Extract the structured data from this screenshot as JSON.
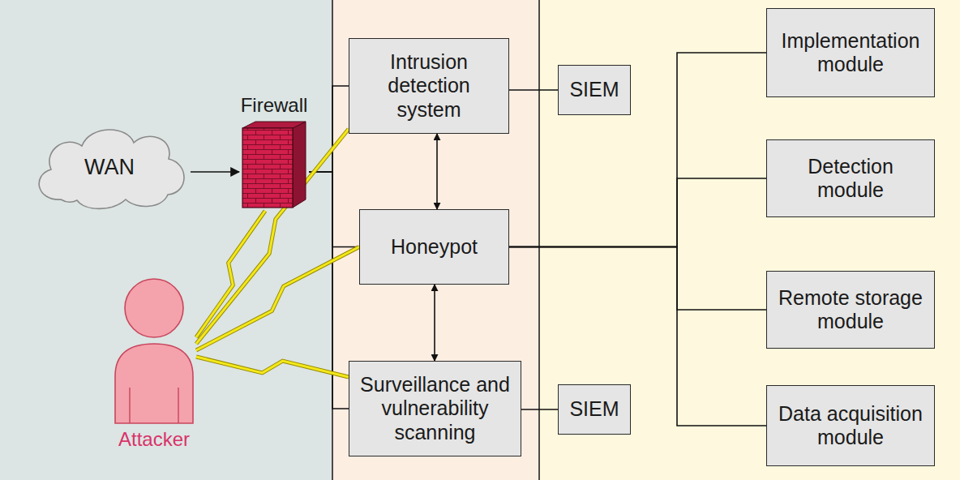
{
  "diagram": {
    "nodes": [
      {
        "text": [
          "WAN"
        ]
      },
      {
        "text": [
          "Firewall"
        ]
      },
      {
        "text": [
          "Attacker"
        ]
      },
      {
        "text": [
          "Intrusion detection system"
        ]
      },
      {
        "text": [
          "SIEM"
        ]
      },
      {
        "text": [
          "Honeypot"
        ]
      },
      {
        "text": [
          "Surveillance and vulnerability scanning"
        ]
      },
      {
        "text": [
          "SIEM"
        ]
      },
      {
        "text": [
          "Implementation module"
        ]
      },
      {
        "text": [
          "Detection module"
        ]
      },
      {
        "text": [
          "Remote storage module"
        ]
      },
      {
        "text": [
          "Data acquisition module"
        ]
      }
    ],
    "edges": [
      {
        "from": 0,
        "to": 1,
        "arrow": "to"
      },
      {
        "from": 1,
        "to": 3,
        "arrow": "none"
      },
      {
        "from": 1,
        "to": 5,
        "arrow": "none"
      },
      {
        "from": 1,
        "to": 6,
        "arrow": "none"
      },
      {
        "from": 2,
        "to": 1,
        "arrow": "none"
      },
      {
        "from": 2,
        "to": 3,
        "arrow": "none"
      },
      {
        "from": 2,
        "to": 5,
        "arrow": "none"
      },
      {
        "from": 2,
        "to": 6,
        "arrow": "none"
      },
      {
        "from": 3,
        "to": 5,
        "arrow": "both"
      },
      {
        "from": 5,
        "to": 6,
        "arrow": "both"
      },
      {
        "from": 3,
        "to": 4,
        "arrow": "none"
      },
      {
        "from": 6,
        "to": 7,
        "arrow": "none"
      },
      {
        "from": 5,
        "to": 8,
        "arrow": "none"
      },
      {
        "from": 5,
        "to": 9,
        "arrow": "none"
      },
      {
        "from": 5,
        "to": 10,
        "arrow": "none"
      },
      {
        "from": 5,
        "to": 11,
        "arrow": "none"
      }
    ]
  }
}
